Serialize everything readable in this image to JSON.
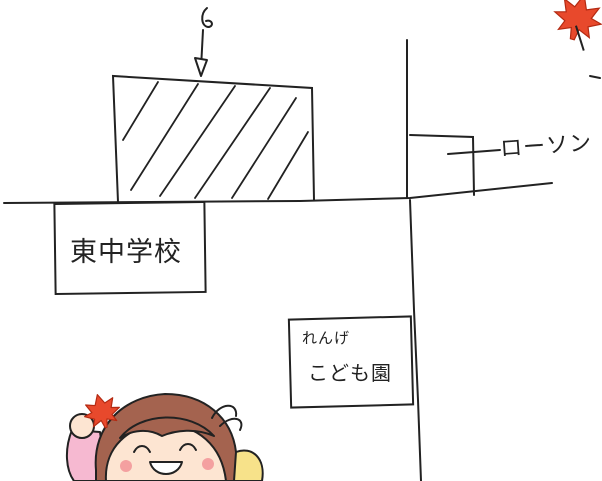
{
  "map": {
    "school": {
      "label": "東中学校"
    },
    "lawson": {
      "label": "ローソン"
    },
    "kindergarten": {
      "line1": "れんげ",
      "line2": "こども園"
    },
    "arrow": {
      "mark": "6"
    }
  },
  "icons": [
    "maple-leaf-icon",
    "child-character-icon",
    "arrow-down-icon"
  ],
  "colors": {
    "ink": "#222222",
    "maple_red": "#e8492c",
    "maple_dark": "#b42a12",
    "hair": "#a4634f",
    "skin": "#fde5d2",
    "cheek": "#f4a0a0",
    "shirt_pink": "#f6b9d1",
    "yellow": "#f7e28a"
  }
}
